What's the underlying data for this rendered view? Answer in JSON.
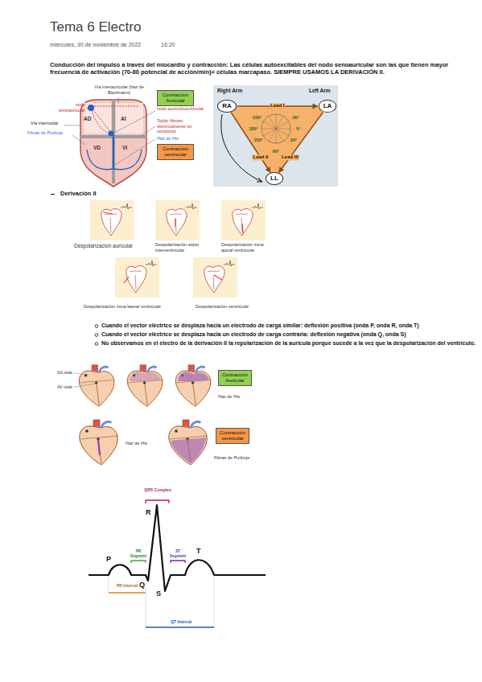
{
  "diagram": {
    "title": "Tema 6 Electro",
    "nodes": [
      {
        "text": [
          "Contracción Auricular"
        ]
      },
      {
        "text": [
          "Contracción ventricular"
        ]
      },
      {
        "text": [
          "RA"
        ]
      },
      {
        "text": [
          "LA"
        ]
      },
      {
        "text": [
          "LL"
        ]
      },
      {
        "text": [
          "Contracción Auricular"
        ]
      },
      {
        "text": [
          "Contracción ventricular"
        ]
      }
    ],
    "edges": [
      {
        "from": 2,
        "to": 3,
        "label": "Lead I",
        "arrow": "to"
      },
      {
        "from": 2,
        "to": 4,
        "label": "Lead II",
        "arrow": "to"
      },
      {
        "from": 3,
        "to": 4,
        "label": "Lead III",
        "arrow": "to"
      }
    ],
    "labels": [
      "miércoles, 30 de noviembre de 2022",
      "16:20",
      "Conducción del impulso a través del miocardio y contracción: Las células autoexcitables del nodo senoauricular son las que tienen mayor frecuencia de activación (70-80 potencial de acción/min)= células marcapaso. SIEMPRE USAMOS LA DERIVACIÓN II.",
      "Vía interauricular (haz de Bachmann)",
      "nodo senoauricular",
      "Vía internodal",
      "Fibras de Purkinje",
      "AD",
      "AI",
      "VD",
      "VI",
      "nodo auriculoventricular",
      "Tejido fibroso eléctricamente no conductor",
      "Haz de His",
      "Right Arm",
      "Left Arm",
      "-150°",
      "-30°",
      "180°",
      "0°",
      "150°",
      "30°",
      "90°",
      "Derivación II",
      "Despolarización auricular",
      "Despolarización septo interventricular",
      "Despolarización zona apical ventricular",
      "Despolarización zona lateral ventricular",
      "Despolarización ventricular",
      "Cuando el vector eléctrico se desplaza hacia un electrodo de carga similar: deflexión positiva (onda P, onda R, onda T)",
      "Cuando el vector eléctrico se desplaza hacia un electrodo de carga contraria: deflexión negativa (onda Q, onda S)",
      "No observamos en el electro de la derivación II la repolarización de la aurícula porque sucede a la vez que la despolarización del ventrículo.",
      "SA node",
      "AV node",
      "Haz de His",
      "Haz de His",
      "Fibras de Purkinje",
      "QRS Complex",
      "R",
      "P",
      "PR Segment",
      "ST Segment",
      "T",
      "Q",
      "S",
      "PR Interval",
      "QT Interval"
    ]
  }
}
